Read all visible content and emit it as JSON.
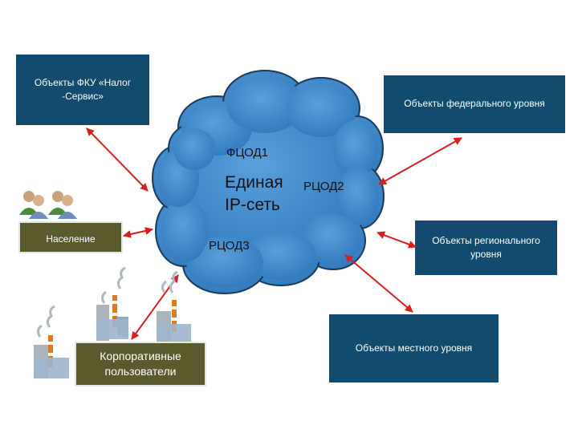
{
  "boxes": {
    "fku": "Объекты ФКУ «Налог -Сервис»",
    "federal": "Объекты федерального уровня",
    "population": "Население",
    "regional": "Объекты регионального уровня",
    "local": "Объекты местного уровня",
    "corporate": "Корпоративные пользователи"
  },
  "cloud": {
    "fcod": "ФЦОД1",
    "network_line1": "Единая",
    "network_line2": "IP-сеть",
    "rcod2": "РЦОД2",
    "rcod3": "РЦОД3"
  },
  "colors": {
    "cloud_fill": "#3d85c6",
    "cloud_stroke": "#1a3a5c",
    "navy_box": "#124b6e",
    "olive_box": "#5b5a2c",
    "arrow": "#d81f1f"
  }
}
